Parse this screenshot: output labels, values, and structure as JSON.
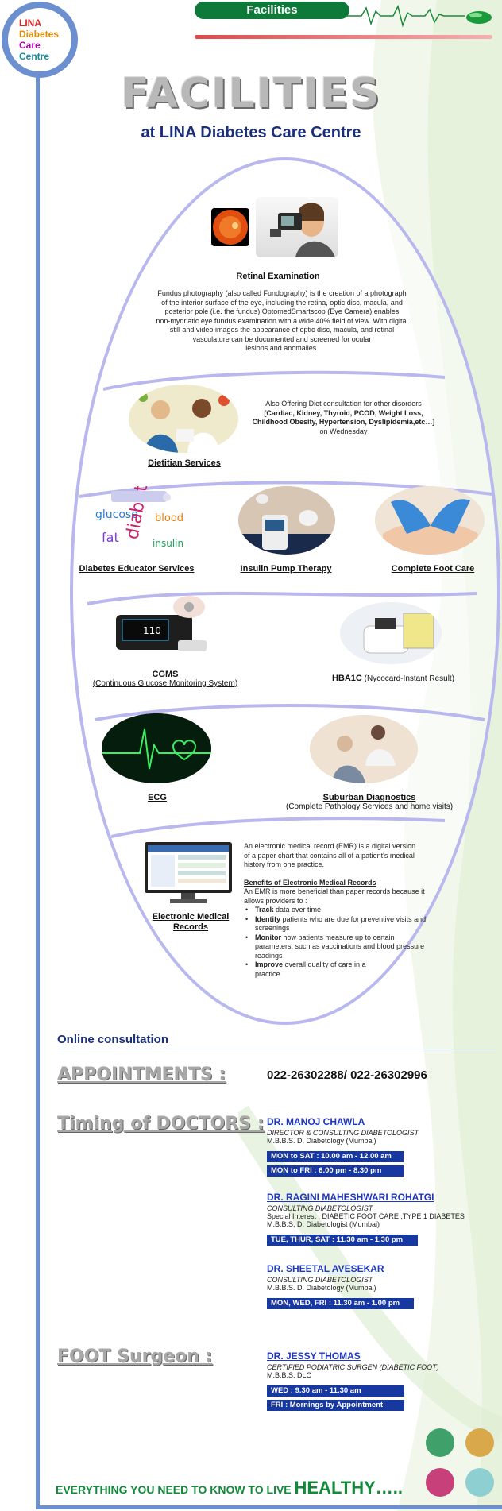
{
  "logo": {
    "lines": [
      "LINA",
      "Diabetes",
      "Care",
      "Centre"
    ]
  },
  "header": {
    "pill_label": "Facilities"
  },
  "hero": {
    "title": "FACILITIES",
    "subtitle": "at LINA Diabetes Care Centre"
  },
  "retinal": {
    "title": "Retinal Examination",
    "lines": [
      "Fundus photography (also called Fundography) is the creation of a photograph",
      "of the interior surface of the eye, including the retina, optic disc, macula, and",
      "posterior pole (i.e. the fundus) OptomedSmartscop (Eye Camera) enables",
      "non-mydriatic eye fundus examination with a wide 40% field of view. With digital",
      "still and video images the appearance of optic disc, macula, and retinal",
      "vasculature can be documented and screened for ocular",
      "lesions and anomalies."
    ]
  },
  "dietitian": {
    "title": "Dietitian Services",
    "line1": "Also Offering Diet consultation for other disorders",
    "line2": "[Cardiac, Kidney, Thyroid, PCOD, Weight Loss,",
    "line3": "Childhood Obesity, Hypertension, Dyslipidemia,etc…]",
    "line4": "on Wednesday"
  },
  "services_row1": [
    {
      "label": "Diabetes Educator  Services"
    },
    {
      "label": "Insulin Pump Therapy"
    },
    {
      "label": "Complete Foot Care"
    }
  ],
  "cgms": {
    "title": "CGMS",
    "subtitle": "(Continuous Glucose Monitoring System)"
  },
  "hba1c": {
    "title": "HBA1C",
    "subtitle": " (Nycocard-Instant Result)"
  },
  "ecg": {
    "title": "ECG"
  },
  "suburban": {
    "title": "Suburban Diagnostics",
    "subtitle": "(Complete Pathology Services and home visits)"
  },
  "emr": {
    "title_line1": "Electronic Medical",
    "title_line2": "Records",
    "intro": [
      "An electronic medical record (EMR) is a digital version",
      "of a paper chart that contains all of a patient's medical",
      "history from one practice."
    ],
    "benefits_title": "Benefits of Electronic Medical Records",
    "benefits_intro": [
      "An EMR is more beneficial than paper records because it",
      "allows providers to :"
    ],
    "bullets": [
      {
        "bold": "Track",
        "rest": " data over time"
      },
      {
        "bold": "Identify",
        "rest": " patients who are due for preventive visits and screenings"
      },
      {
        "bold": "Monitor",
        "rest": " how patients measure up to certain parameters, such as vaccinations and blood pressure readings"
      },
      {
        "bold": "Improve",
        "rest": " overall quality of care in a practice"
      }
    ]
  },
  "online": {
    "label": "Online consultation"
  },
  "appointments": {
    "label": "APPOINTMENTS :",
    "phones": "022-26302288/ 022-26302996"
  },
  "timing": {
    "label": "Timing of DOCTORS :"
  },
  "doctors": [
    {
      "name": "DR. MANOJ CHAWLA",
      "role": "DIRECTOR & CONSULTING DIABETOLOGIST",
      "extra": "",
      "qual": "M.B.B.S.  D. Diabetology  (Mumbai)",
      "slots": [
        "MON to SAT  :  10.00 am - 12.00 am",
        "MON to FRI   :  6.00 pm - 8.30 pm"
      ]
    },
    {
      "name": "DR. RAGINI MAHESHWARI  ROHATGI",
      "role": "CONSULTING DIABETOLOGIST",
      "extra": "Special Interest : DIABETIC FOOT CARE ,TYPE 1 DIABETES",
      "qual": "M.B.B.S, D. Diabetologist (Mumbai)",
      "slots": [
        "TUE, THUR, SAT  :  11.30 am - 1.30 pm"
      ]
    },
    {
      "name": "DR. SHEETAL AVESEKAR",
      "role": "CONSULTING DIABETOLOGIST",
      "extra": "",
      "qual": "M.B.B.S.  D. Diabetology  (Mumbai)",
      "slots": [
        "MON, WED, FRI  :  11.30 am - 1.00 pm"
      ]
    }
  ],
  "foot": {
    "label": "FOOT Surgeon :",
    "name": "DR. JESSY THOMAS",
    "role": "CERTIFIED PODIATRIC SURGEN (DIABETIC FOOT)",
    "qual": "M.B.B.S.  DLO",
    "slots": [
      "WED :  9.30 am - 11.30 am",
      "FRI      :  Mornings by Appointment"
    ]
  },
  "footer": {
    "small": "EVERYTHING YOU NEED TO KNOW TO LIVE ",
    "big": "HEALTHY….."
  },
  "colors": {
    "frame": "#6c8fd0",
    "accent_green": "#0e7a3a",
    "navy": "#1a2f7a",
    "bar_blue": "#1738a0"
  }
}
